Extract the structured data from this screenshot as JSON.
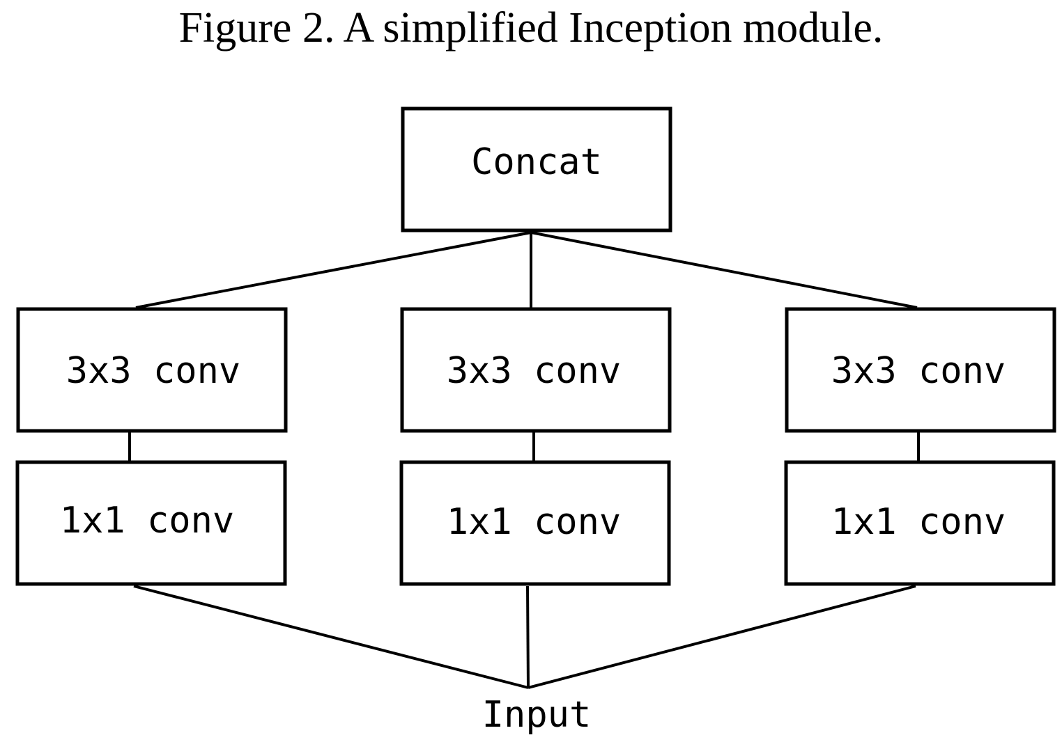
{
  "caption": "Figure 2. A simplified Inception module.",
  "nodes": {
    "concat": "Concat",
    "conv3_left": "3x3 conv",
    "conv3_mid": "3x3 conv",
    "conv3_right": "3x3 conv",
    "conv1_left": "1x1 conv",
    "conv1_mid": "1x1 conv",
    "conv1_right": "1x1 conv",
    "input": "Input"
  },
  "colors": {
    "stroke": "#000000",
    "background": "#ffffff"
  }
}
